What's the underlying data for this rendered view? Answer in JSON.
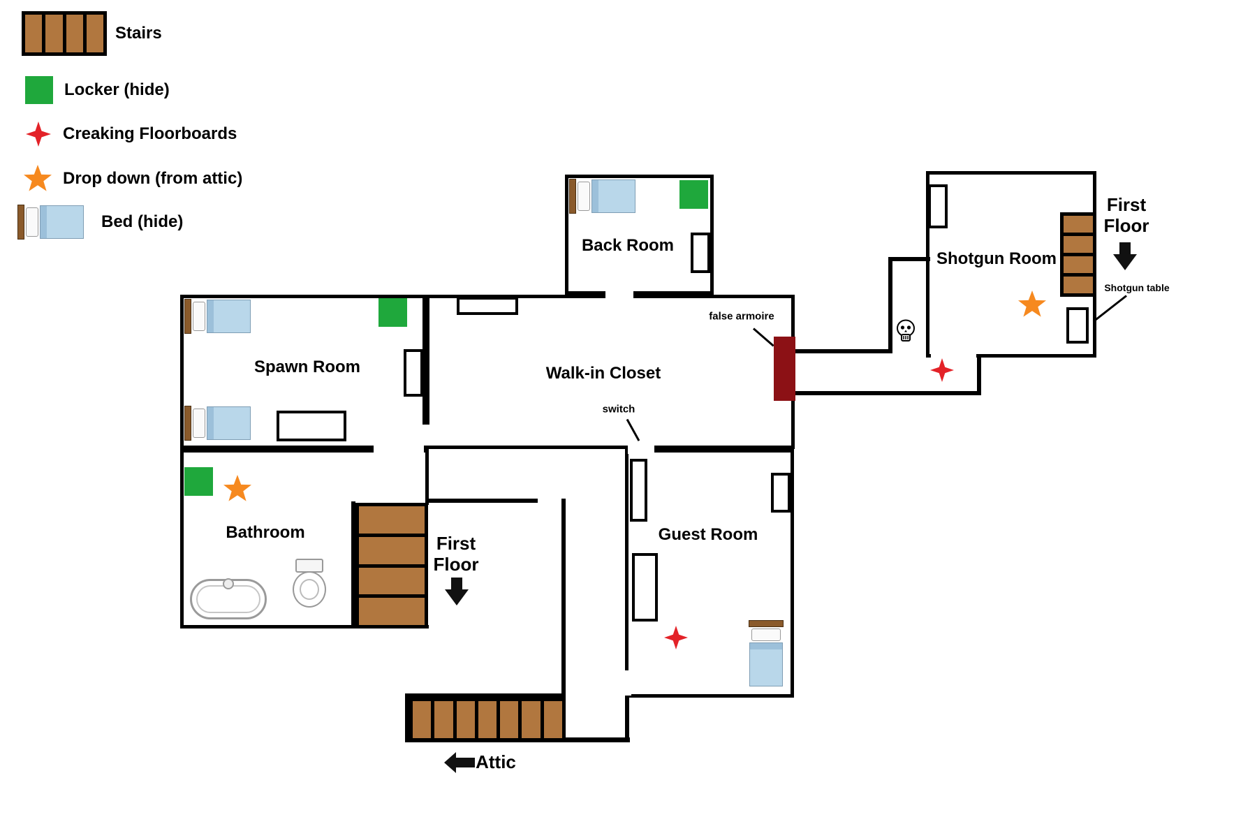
{
  "legend": {
    "items": [
      {
        "icon": "stairs-icon",
        "label": "Stairs"
      },
      {
        "icon": "locker-icon",
        "label": "Locker (hide)"
      },
      {
        "icon": "creaking-floorboards-icon",
        "label": "Creaking Floorboards"
      },
      {
        "icon": "drop-down-icon",
        "label": "Drop down (from attic)"
      },
      {
        "icon": "bed-icon",
        "label": "Bed (hide)"
      }
    ]
  },
  "rooms": {
    "spawn": "Spawn Room",
    "back": "Back Room",
    "closet": "Walk-in Closet",
    "bathroom": "Bathroom",
    "guest": "Guest Room",
    "shotgun": "Shotgun Room"
  },
  "annotations": {
    "false_armoire": "false armoire",
    "switch": "switch",
    "shotgun_table": "Shotgun table",
    "first_floor_bathroom_stairs": "First Floor",
    "first_floor_shotgun_stairs": "First Floor",
    "attic": "Attic"
  },
  "icons": {
    "stairs": "brown plank staircase",
    "locker": "green square hiding locker",
    "creaking_floorboards": "red four-point star",
    "drop_down": "orange five-point star",
    "bed": "blue bed with pillow",
    "skull": "skull marker",
    "arrow_down": "black down arrow",
    "arrow_left": "black left arrow",
    "false_armoire": "dark red armoire block"
  },
  "colors": {
    "stairs_brown": "#b1773f",
    "locker_green": "#1fa83c",
    "creak_red": "#e32228",
    "drop_orange": "#f6891f",
    "armoire_red": "#8c1115",
    "bed_blue": "#b9d7ea",
    "wall_black": "#000000"
  }
}
